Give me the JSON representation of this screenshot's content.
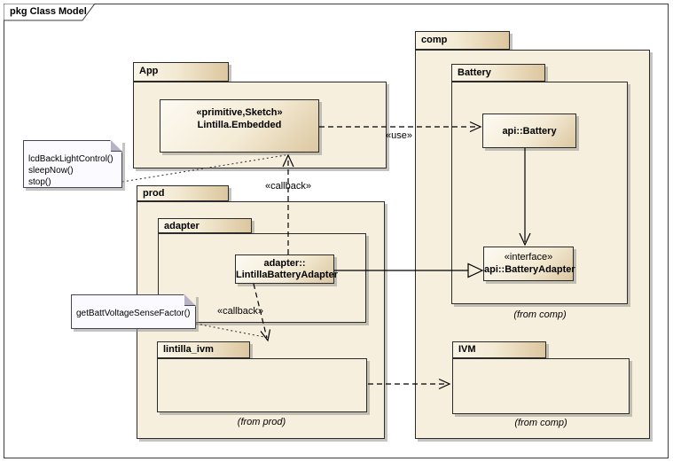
{
  "frame": {
    "title": "pkg Class Model"
  },
  "packages": {
    "app": {
      "name": "App"
    },
    "comp": {
      "name": "comp"
    },
    "battery": {
      "name": "Battery",
      "from_label": "(from comp)"
    },
    "ivm": {
      "name": "IVM",
      "from_label": "(from comp)"
    },
    "prod": {
      "name": "prod"
    },
    "adapter": {
      "name": "adapter"
    },
    "lintilla_ivm": {
      "name": "lintilla_ivm",
      "from_label": "(from prod)"
    }
  },
  "classes": {
    "lintilla_embedded": {
      "stereotype": "«primitive,Sketch»",
      "name": "Lintilla.Embedded"
    },
    "api_battery": {
      "name": "api::Battery"
    },
    "api_battery_adapter": {
      "stereotype": "«interface»",
      "name": "api::BatteryAdapter"
    },
    "lintilla_battery_adapter": {
      "name_line1": "adapter::",
      "name_line2": "LintillaBatteryAdapter"
    }
  },
  "notes": {
    "lcd_note": {
      "line1": "lcdBackLightControl()",
      "line2": "sleepNow()",
      "line3": "stop()"
    },
    "batt_note": {
      "line1": "getBattVoltageSenseFactor()"
    }
  },
  "connector_labels": {
    "use": "«use»",
    "callback_top": "«callback»",
    "callback_bottom": "«callback»"
  },
  "colors": {
    "package_fill": "#f7efde",
    "gradient_light": "#fdfaf2",
    "gradient_dark": "#dcc69e",
    "note_fill": "#fbfafe",
    "border": "#2b2b2b",
    "shadow": "#96948c"
  }
}
